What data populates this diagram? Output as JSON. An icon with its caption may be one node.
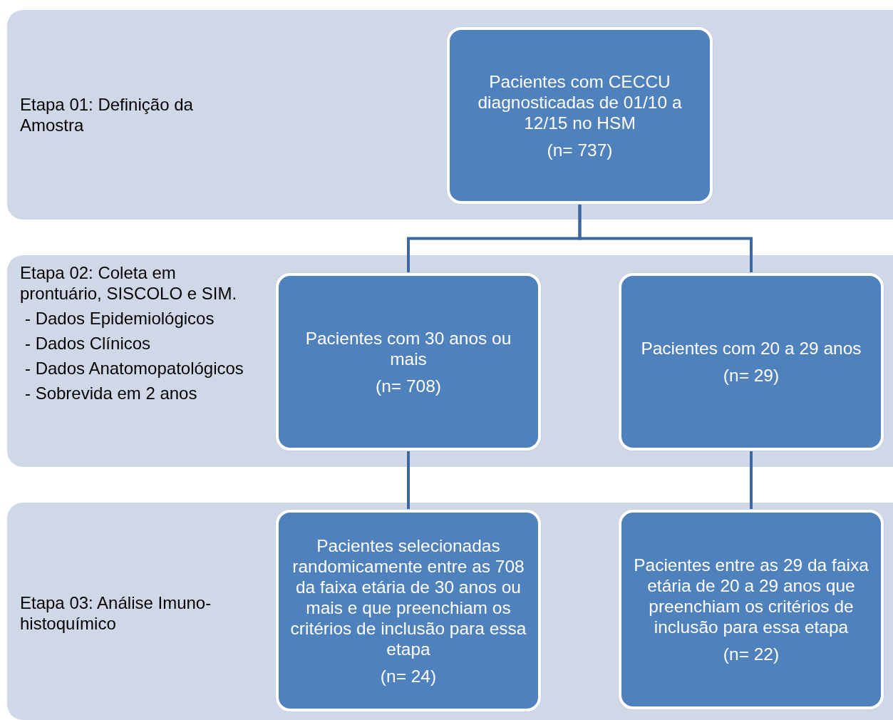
{
  "diagram": {
    "nodes": [
      {
        "text": [
          "Etapa 01: Definição da Amostra"
        ]
      },
      {
        "text": [
          "Etapa 02: Coleta em prontuário, SISCOLO e SIM.",
          "- Dados Epidemiológicos",
          "- Dados Clínicos",
          "- Dados Anatomopatológicos",
          "- Sobrevida em 2 anos"
        ]
      },
      {
        "text": [
          "Etapa 03: Análise Imuno-histoquímico"
        ]
      },
      {
        "text": [
          "Pacientes com CECCU diagnosticadas de 01/10 a 12/15 no HSM",
          "(n= 737)"
        ],
        "in": 0
      },
      {
        "text": [
          "Pacientes com 30 anos ou mais",
          "(n= 708)"
        ],
        "in": 1
      },
      {
        "text": [
          "Pacientes com 20 a 29 anos",
          "(n= 29)"
        ],
        "in": 1
      },
      {
        "text": [
          "Pacientes selecionadas randomicamente entre as 708 da faixa etária de 30 anos ou mais e que preenchiam os critérios de inclusão para essa etapa",
          "(n= 24)"
        ],
        "in": 2
      },
      {
        "text": [
          "Pacientes entre as 29 da faixa etária de 20 a 29 anos que preenchiam os critérios de inclusão para essa etapa",
          "(n= 22)"
        ],
        "in": 2
      }
    ],
    "edges": [
      {
        "from": 3,
        "to": 4,
        "arrow": "none"
      },
      {
        "from": 3,
        "to": 5,
        "arrow": "none"
      },
      {
        "from": 4,
        "to": 6,
        "arrow": "none"
      },
      {
        "from": 5,
        "to": 7,
        "arrow": "none"
      }
    ]
  }
}
